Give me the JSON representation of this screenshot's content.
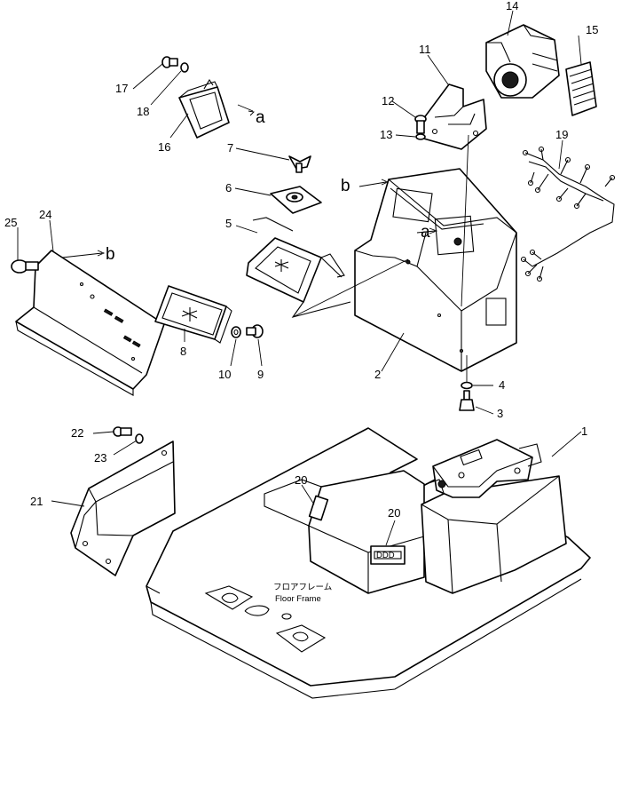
{
  "labels": {
    "p1": "1",
    "p2": "2",
    "p3": "3",
    "p4": "4",
    "p5": "5",
    "p6": "6",
    "p7": "7",
    "p8": "8",
    "p9": "9",
    "p10": "10",
    "p11": "11",
    "p12": "12",
    "p13": "13",
    "p14": "14",
    "p15": "15",
    "p16": "16",
    "p17": "17",
    "p18": "18",
    "p19": "19",
    "p20a": "20",
    "p20b": "20",
    "p21": "21",
    "p22": "22",
    "p23": "23",
    "p24": "24",
    "p25": "25"
  },
  "refs": {
    "a1": "a",
    "a2": "a",
    "b1": "b",
    "b2": "b"
  },
  "floor_frame": {
    "jp": "フロアフレーム",
    "en": "Floor Frame"
  }
}
